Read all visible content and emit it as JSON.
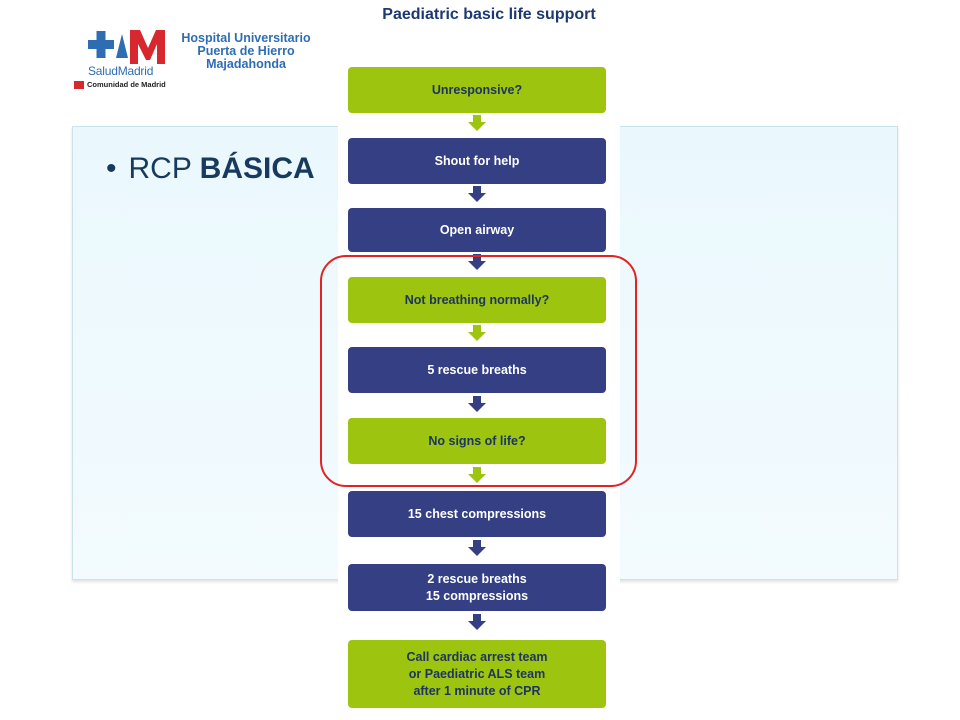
{
  "logo": {
    "salud": "SaludMadrid",
    "hospital_line1": "Hospital Universitario",
    "hospital_line2": "Puerta de Hierro",
    "hospital_line3": "Majadahonda",
    "comunidad": "Comunidad de Madrid",
    "colors": {
      "blue": "#2f6db3",
      "red": "#d7282f"
    }
  },
  "bullet": {
    "prefix": "RCP ",
    "bold": "BÁSICA"
  },
  "algorithm": {
    "title": "Paediatric  basic life support",
    "steps": [
      {
        "lines": [
          "Unresponsive?"
        ],
        "color": "green"
      },
      {
        "lines": [
          "Shout for help"
        ],
        "color": "navy"
      },
      {
        "lines": [
          "Open airway"
        ],
        "color": "navy"
      },
      {
        "lines": [
          "Not breathing normally?"
        ],
        "color": "green"
      },
      {
        "lines": [
          "5 rescue breaths"
        ],
        "color": "navy"
      },
      {
        "lines": [
          "No signs of life?"
        ],
        "color": "green"
      },
      {
        "lines": [
          "15 chest compressions"
        ],
        "color": "navy"
      },
      {
        "lines": [
          "2 rescue breaths",
          "15 compressions"
        ],
        "color": "navy"
      },
      {
        "lines": [
          "Call cardiac arrest team",
          "or Paediatric ALS team",
          "after 1 minute of CPR"
        ],
        "color": "green"
      }
    ],
    "colors": {
      "green": "#9dc40f",
      "navy": "#343f84",
      "highlight": "#e32222"
    }
  }
}
